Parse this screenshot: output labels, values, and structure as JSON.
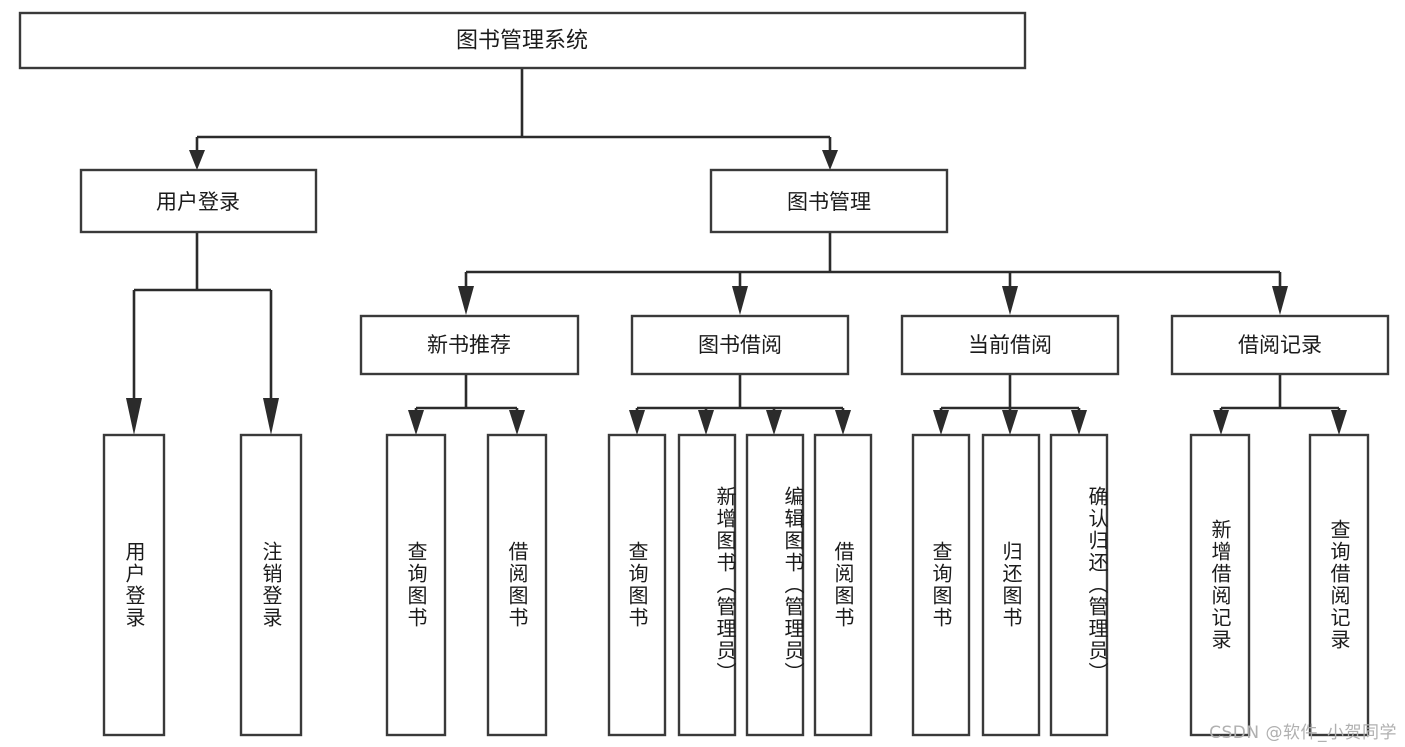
{
  "diagram": {
    "title": "图书管理系统",
    "type": "tree",
    "root": {
      "id": "root",
      "label": "图书管理系统",
      "orientation": "horizontal"
    },
    "level2": [
      {
        "id": "user-login",
        "label": "用户登录",
        "orientation": "horizontal"
      },
      {
        "id": "book-management",
        "label": "图书管理",
        "orientation": "horizontal"
      }
    ],
    "level3": [
      {
        "id": "new-book-recommend",
        "label": "新书推荐",
        "orientation": "horizontal",
        "parent": "book-management"
      },
      {
        "id": "book-borrow",
        "label": "图书借阅",
        "orientation": "horizontal",
        "parent": "book-management"
      },
      {
        "id": "current-borrow",
        "label": "当前借阅",
        "orientation": "horizontal",
        "parent": "book-management"
      },
      {
        "id": "borrow-record",
        "label": "借阅记录",
        "orientation": "horizontal",
        "parent": "book-management"
      }
    ],
    "leaves": [
      {
        "id": "leaf-user-login",
        "label": "用户登录",
        "parent": "user-login",
        "orientation": "vertical"
      },
      {
        "id": "leaf-logout-login",
        "label": "注销登录",
        "parent": "user-login",
        "orientation": "vertical"
      },
      {
        "id": "leaf-query-book-1",
        "label": "查询图书",
        "parent": "new-book-recommend",
        "orientation": "vertical"
      },
      {
        "id": "leaf-borrow-book-1",
        "label": "借阅图书",
        "parent": "new-book-recommend",
        "orientation": "vertical"
      },
      {
        "id": "leaf-query-book-2",
        "label": "查询图书",
        "parent": "book-borrow",
        "orientation": "vertical"
      },
      {
        "id": "leaf-add-book-admin",
        "label": "新增图书（管理员）",
        "parent": "book-borrow",
        "orientation": "vertical"
      },
      {
        "id": "leaf-edit-book-admin",
        "label": "编辑图书（管理员）",
        "parent": "book-borrow",
        "orientation": "vertical"
      },
      {
        "id": "leaf-borrow-book-2",
        "label": "借阅图书",
        "parent": "book-borrow",
        "orientation": "vertical"
      },
      {
        "id": "leaf-query-book-3",
        "label": "查询图书",
        "parent": "current-borrow",
        "orientation": "vertical"
      },
      {
        "id": "leaf-return-book",
        "label": "归还图书",
        "parent": "current-borrow",
        "orientation": "vertical"
      },
      {
        "id": "leaf-confirm-return-admin",
        "label": "确认归还（管理员）",
        "parent": "current-borrow",
        "orientation": "vertical"
      },
      {
        "id": "leaf-add-borrow-record",
        "label": "新增借阅记录",
        "parent": "borrow-record",
        "orientation": "vertical"
      },
      {
        "id": "leaf-query-borrow-record",
        "label": "查询借阅记录",
        "parent": "borrow-record",
        "orientation": "vertical"
      }
    ]
  },
  "watermark": {
    "text": "CSDN @软件_小贺同学"
  },
  "colors": {
    "box_stroke": "#3a3a3a",
    "connector": "#2b2b2b",
    "text": "#1b1b1b",
    "background": "#ffffff",
    "watermark": "#b0b0b0"
  }
}
